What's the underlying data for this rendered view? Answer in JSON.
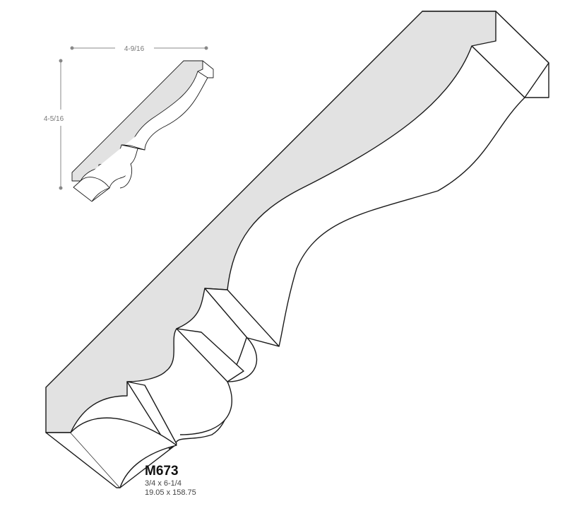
{
  "product": {
    "code": "M673",
    "size_imperial": "3/4 x 6-1/4",
    "size_metric": "19.05 x 158.75"
  },
  "dimensions": {
    "width_label": "4-9/16",
    "height_label": "4-5/16"
  },
  "colors": {
    "profile_fill": "#e2e2e2",
    "outline": "#1a1a1a",
    "face_fill": "#ffffff",
    "dimension_line": "#888888"
  }
}
